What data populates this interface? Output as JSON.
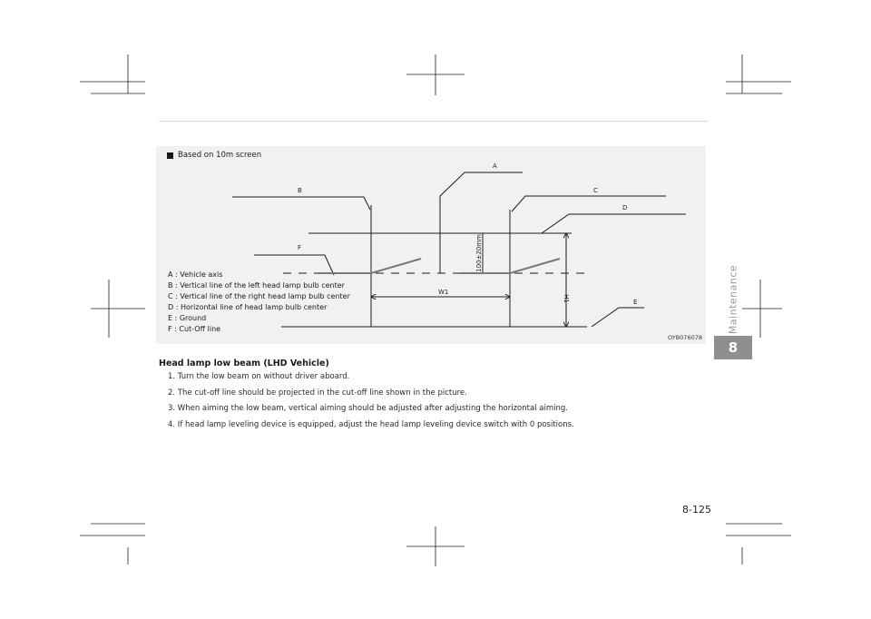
{
  "figure": {
    "caption": "Based on 10m screen",
    "code": "OYB076078",
    "labels": {
      "A": "A",
      "B": "B",
      "C": "C",
      "D": "D",
      "E": "E",
      "F": "F",
      "W1": "W1",
      "H1": "H1",
      "offset": "100±20mm"
    },
    "legend": [
      "A : Vehicle axis",
      "B : Vertical line of the left head lamp bulb center",
      "C : Vertical line of the right head lamp bulb center",
      "D : Horizontal line of head lamp bulb center",
      "E : Ground",
      "F : Cut-Off line"
    ]
  },
  "section": {
    "title": "Head lamp low beam (LHD Vehicle)",
    "steps": [
      "1. Turn the low beam on without driver aboard.",
      "2. The cut-off line should be projected in the cut-off line shown in the picture.",
      "3. When aiming the low beam, vertical aiming should be adjusted after adjusting the horizontal aiming.",
      "4. If head lamp leveling device is equipped, adjust the head lamp leveling device switch with 0 positions."
    ]
  },
  "side": {
    "chapter": "8",
    "label": "Maintenance"
  },
  "page_number": "8-125",
  "colors": {
    "figure_bg": "#f1f1f1",
    "tab": "#8f8f8f",
    "cutoff": "#6f7d7d"
  }
}
